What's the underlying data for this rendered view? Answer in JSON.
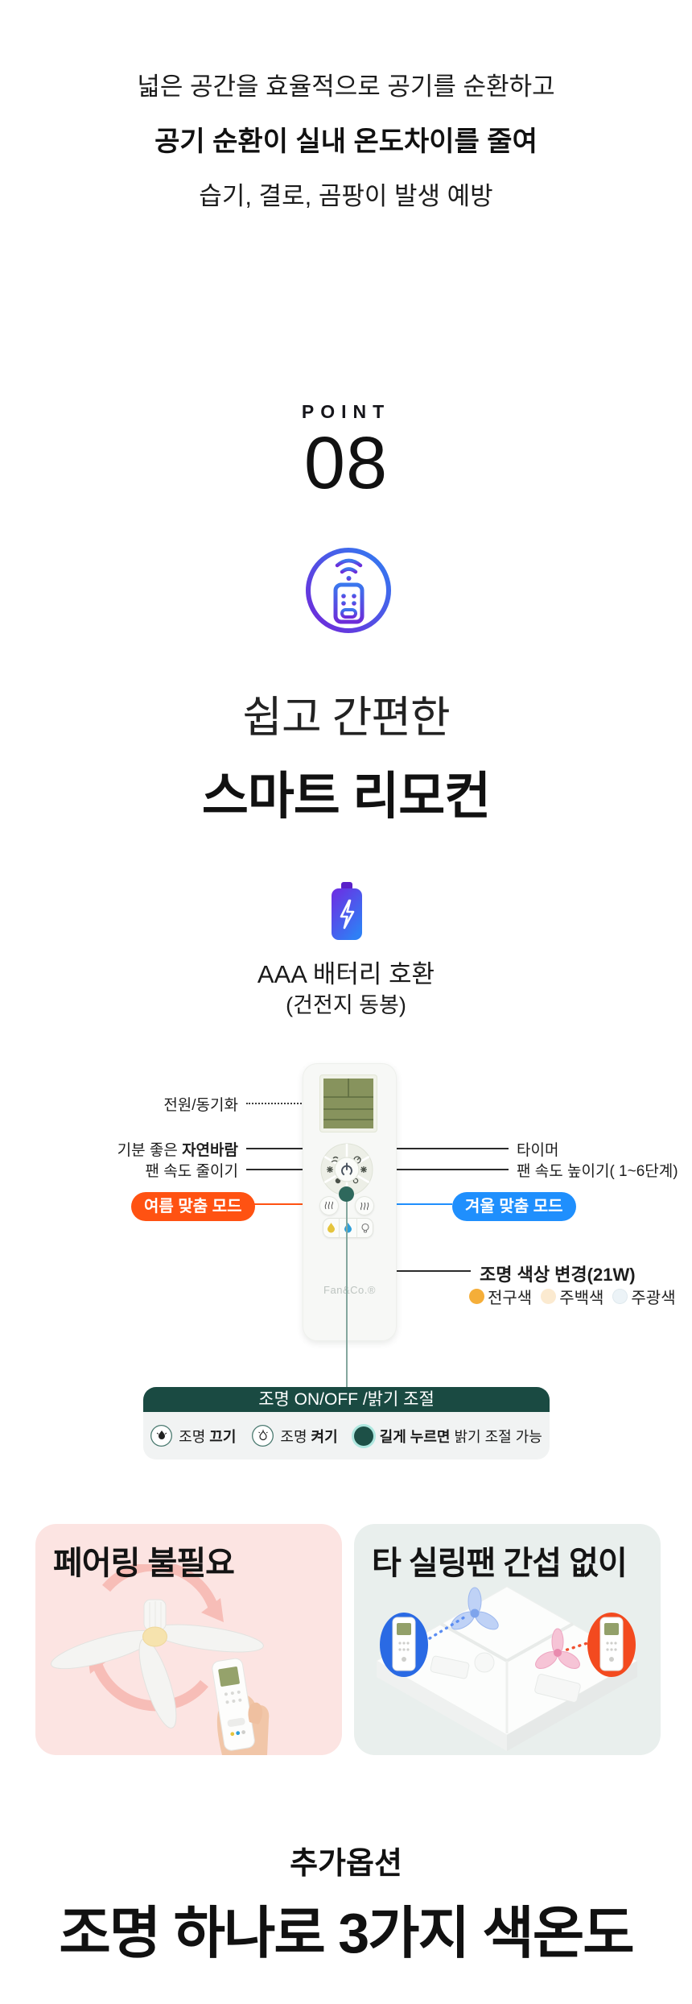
{
  "intro": {
    "line1": "넓은 공간을 효율적으로 공기를 순환하고",
    "line2": "공기 순환이 실내 온도차이를 줄여",
    "line3": "습기, 결로, 곰팡이 발생 예방"
  },
  "point": {
    "label": "POINT",
    "number": "08"
  },
  "section": {
    "subtitle": "쉽고 간편한",
    "title": "스마트 리모컨",
    "battery_line1": "AAA 배터리 호환",
    "battery_line2": "(건전지 동봉)"
  },
  "remote": {
    "brand": "Fan&Co.®",
    "callouts": {
      "power": "전원/동기화",
      "breeze_prefix": "기분 좋은 ",
      "breeze_bold": "자연바람",
      "speed_down": "팬 속도 줄이기",
      "summer_mode": "여름 맞춤 모드",
      "timer": "타이머",
      "speed_up": "팬 속도 높이기( 1~6단계)",
      "winter_mode": "겨울 맞춤 모드",
      "light_color": "조명 색상 변경(21W)"
    },
    "legend": [
      {
        "label": "전구색",
        "color": "#f5ae39"
      },
      {
        "label": "주백색",
        "color": "#fbead0"
      },
      {
        "label": "주광색",
        "color": "#ecf3f7"
      }
    ]
  },
  "panel": {
    "header": "조명 ON/OFF /밝기 조절",
    "item1_prefix": "조명 ",
    "item1_bold": "끄기",
    "item2_prefix": "조명 ",
    "item2_bold": "켜기",
    "item3_bold": "길게 누르면 ",
    "item3_suffix": "밝기 조절 가능"
  },
  "cards": {
    "left_title": "페어링 불필요",
    "right_title": "타 실링팬 간섭 없이"
  },
  "footer": {
    "eyebrow": "추가옵션",
    "headline": "조명 하나로 3가지 색온도"
  },
  "icons": {
    "point_badge": "remote-wifi",
    "battery": "battery-bolt"
  },
  "colors": {
    "accent_gradient_blue": "#2f7ff2",
    "accent_gradient_purple": "#7226d9",
    "summer_orange": "#ff5212",
    "winter_blue": "#1f8ffd",
    "panel_teal": "#1a4a42",
    "teal_dot": "#2e685c",
    "lcd_green": "#87935d",
    "card_pink": "#fce4e2",
    "card_mint": "#e9efed"
  }
}
